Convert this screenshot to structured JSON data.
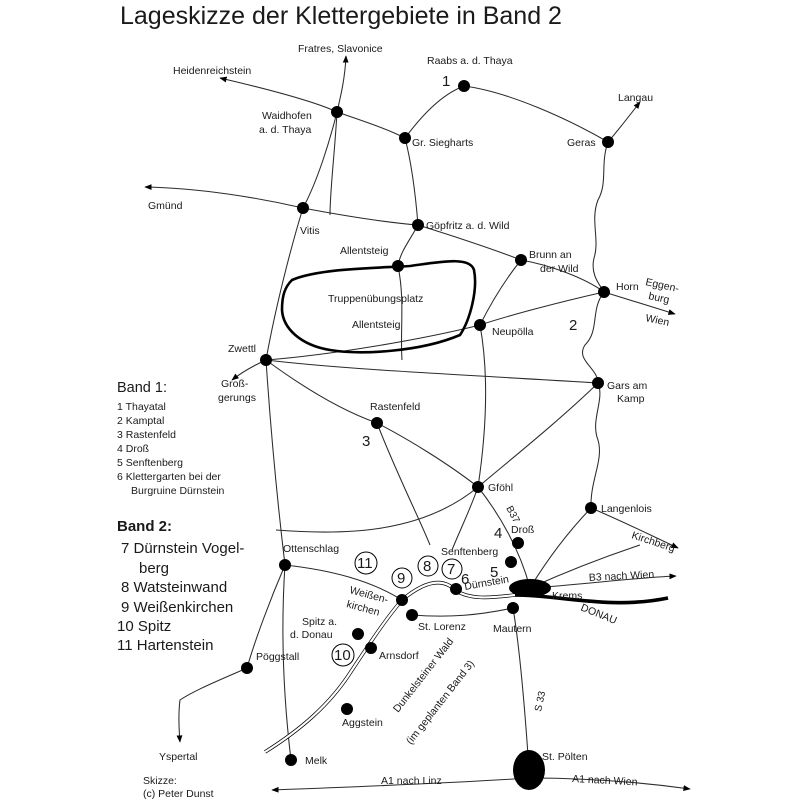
{
  "title": "Lageskizze der Klettergebiete in Band 2",
  "places": {
    "fratres": "Fratres, Slavonice",
    "raabs": "Raabs a. d. Thaya",
    "heidenreichstein": "Heidenreichstein",
    "langau": "Langau",
    "waidhofen_1": "Waidhofen",
    "waidhofen_2": "a. d. Thaya",
    "siegharts": "Gr. Siegharts",
    "geras": "Geras",
    "gmuend": "Gmünd",
    "vitis": "Vitis",
    "goepfritz": "Göpfritz a. d. Wild",
    "allentsteig": "Allentsteig",
    "brunn_1": "Brunn an",
    "brunn_2": "der Wild",
    "horn": "Horn",
    "eggenburg_1": "Eggen-",
    "eggenburg_2": "burg",
    "wien_horn": "Wien",
    "truppen": "Truppenübungsplatz",
    "truppen_allentsteig": "Allentsteig",
    "neupoella": "Neupölla",
    "zwettl": "Zwettl",
    "gross_1": "Groß-",
    "gross_2": "gerungs",
    "gars_1": "Gars am",
    "gars_2": "Kamp",
    "rastenfeld": "Rastenfeld",
    "gfoehl": "Gföhl",
    "b37": "B37",
    "langenlois": "Langenlois",
    "dross": "Droß",
    "kirchberg": "Kirchberg",
    "ottenschlag": "Ottenschlag",
    "senftenberg": "Senftenberg",
    "b3": "B3 nach Wien",
    "duernstein": "Dürnstein",
    "weissen_1": "Weißen-",
    "weissen_2": "kirchen",
    "krems": "Krems",
    "donau": "DONAU",
    "spitz_1": "Spitz a.",
    "spitz_2": "d. Donau",
    "lorenz": "St. Lorenz",
    "mautern": "Mautern",
    "poeggstall": "Pöggstall",
    "arnsdorf": "Arnsdorf",
    "dunkel_1": "Dunkelsteiner Wald",
    "dunkel_2": "(im geplanten Band 3)",
    "s33": "S 33",
    "aggstein": "Aggstein",
    "ysper": "Yspertal",
    "melk": "Melk",
    "poelten": "St. Pölten",
    "a1_linz": "A1 nach Linz",
    "a1_wien": "A1 nach Wien"
  },
  "markers": {
    "m1": "1",
    "m2": "2",
    "m3": "3",
    "m4": "4",
    "m5": "5",
    "m6": "6",
    "c7": "7",
    "c8": "8",
    "c9": "9",
    "c10": "10",
    "c11": "11"
  },
  "legend1": {
    "heading": "Band 1:",
    "items": [
      "1 Thayatal",
      "2 Kamptal",
      "3 Rastenfeld",
      "4 Droß",
      "5 Senftenberg",
      "6 Klettergarten bei der",
      "Burgruine Dürnstein"
    ]
  },
  "legend2": {
    "heading": "Band 2:",
    "items": [
      "7 Dürnstein Vogel-",
      "berg",
      "8 Watsteinwand",
      "9 Weißenkirchen",
      "10 Spitz",
      "11 Hartenstein"
    ]
  },
  "credit": {
    "line1": "Skizze:",
    "line2": "(c) Peter Dunst"
  }
}
